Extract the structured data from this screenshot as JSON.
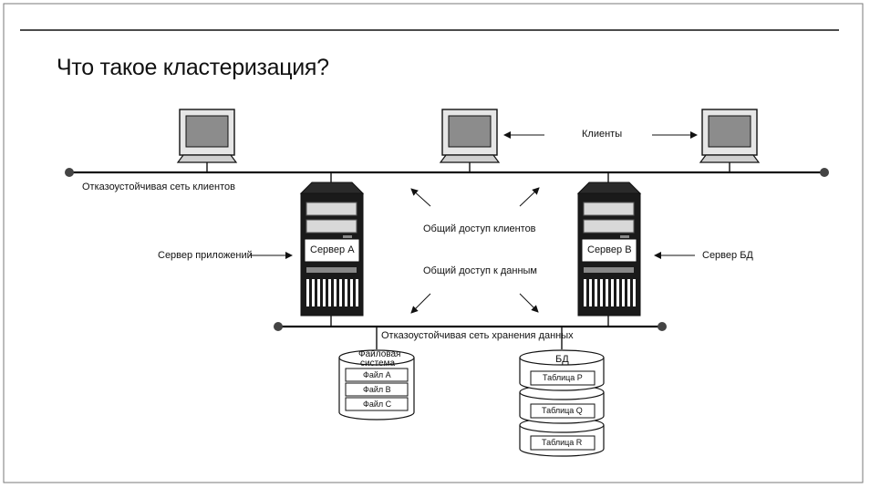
{
  "title": "Что такое кластеризация?",
  "networks": {
    "client_network": "Отказоустойчивая сеть клиентов",
    "storage_network": "Отказоустойчивая сеть хранения данных"
  },
  "clients_label": "Клиенты",
  "shared_access_clients": "Общий доступ клиентов",
  "shared_access_data": "Общий доступ к данным",
  "servers": {
    "a": {
      "name": "Сервер A",
      "role": "Сервер приложений"
    },
    "b": {
      "name": "Сервер B",
      "role": "Сервер БД"
    }
  },
  "filesystem": {
    "title_line1": "Файловая",
    "title_line2": "система",
    "files": [
      "Файл A",
      "Файл B",
      "Файл C"
    ]
  },
  "database": {
    "title": "БД",
    "tables": [
      "Таблица P",
      "Таблица Q",
      "Таблица R"
    ]
  },
  "colors": {
    "line": "#111111",
    "server_body": "#ffffff",
    "server_dark": "#1a1a1a",
    "monitor_gray": "#8c8c8c",
    "disk_fill": "#ffffff"
  }
}
